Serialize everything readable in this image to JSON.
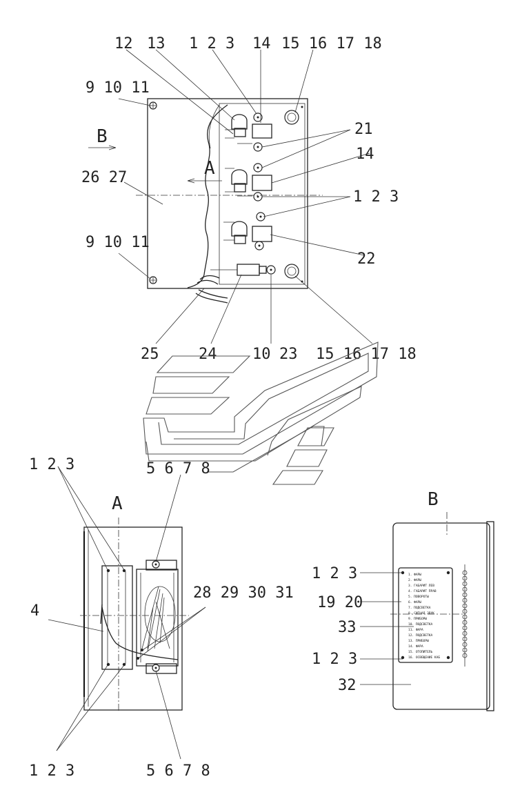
{
  "callouts": {
    "top_row": [
      "12",
      "13",
      "1 2 3",
      "14",
      "15 16 17 18"
    ],
    "left_top": "9 10 11",
    "left_bottom": "9 10 11",
    "mid_left": "26 27",
    "right": [
      "21",
      "14",
      "1 2 3",
      "22"
    ],
    "bottom_row": [
      "25",
      "24",
      "10",
      "23",
      "15 16 17 18"
    ]
  },
  "views": {
    "b_arrow": "B",
    "a_arrow": "A",
    "a_title": "A",
    "b_title": "B"
  },
  "view_a": {
    "top_left": "1 2 3",
    "top_right": "5 6 7 8",
    "left": "4",
    "right": "28 29 30 31",
    "bottom_left": "1 2 3",
    "bottom_right": "5 6 7 8"
  },
  "view_b": {
    "labels": [
      "1 2 3",
      "19 20",
      "33",
      "1 2 3",
      "32"
    ],
    "plate_lines": [
      "1. ФАРЫ",
      "2. ФАРЫ",
      "3. ГАБАРИТ ЛЕВ",
      "4. ГАБАРИТ ПРАВ",
      "5. ПОВОРОТЫ",
      "6. ФАРЫ",
      "7. ПОДСВЕТКА",
      "8. СИГНАЛ ЗВУК",
      "9. ПРИБОРЫ",
      "10. ПОДСВЕТКА",
      "11. ФАРА",
      "12. ПОДСВЕТКА",
      "13. ПРИБОРЫ",
      "14. ФАРА",
      "15. ОТОПИТЕЛЬ",
      "16. ОСВЕЩЕНИЕ КАБ"
    ]
  }
}
